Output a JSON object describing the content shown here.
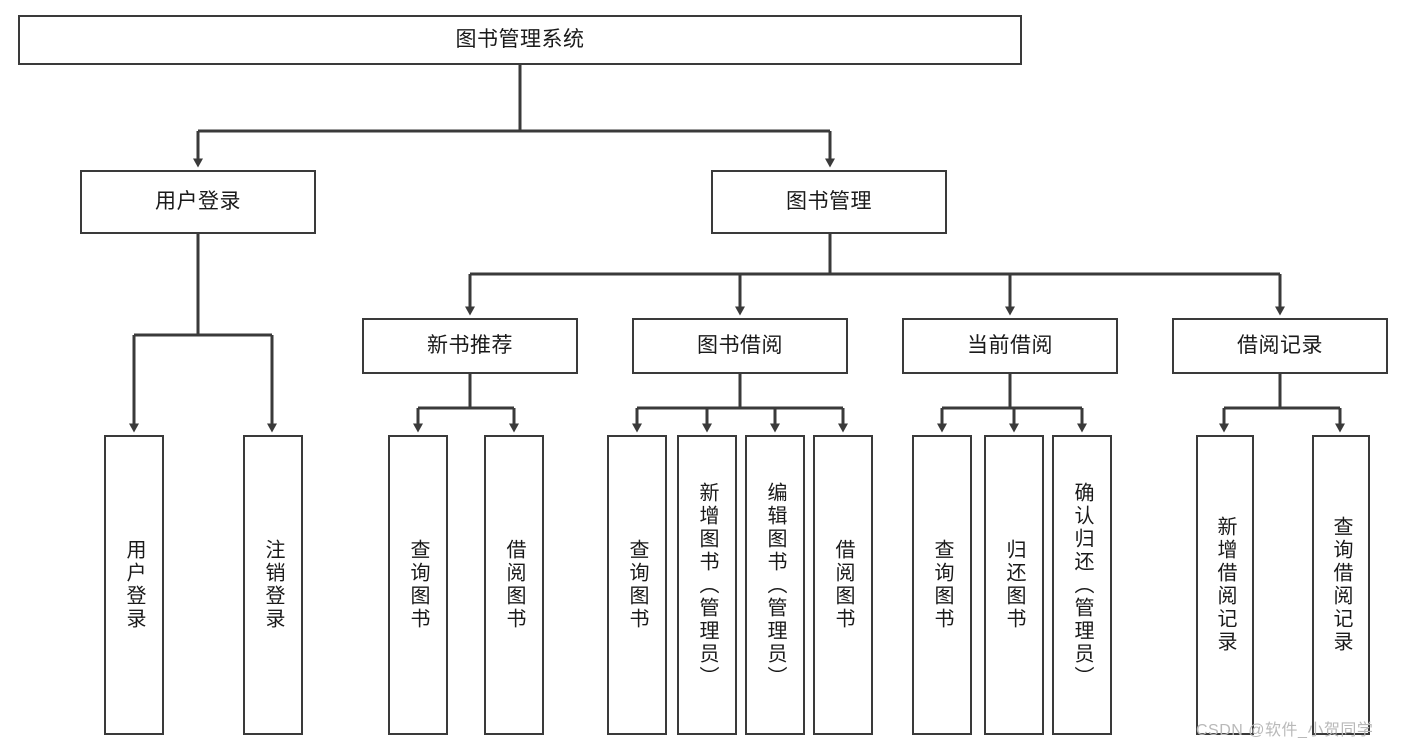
{
  "diagram": {
    "title": "图书管理系统",
    "type": "hierarchy-tree",
    "watermark": "CSDN @软件_小贺同学",
    "colors": {
      "box_border": "#3a3a3a",
      "box_fill": "#ffffff",
      "edge": "#3a3a3a",
      "text": "#1a1a1a",
      "watermark": "#b9b9b9"
    },
    "root": {
      "label": "图书管理系统"
    },
    "level2": [
      {
        "label": "用户登录"
      },
      {
        "label": "图书管理"
      }
    ],
    "level3": [
      {
        "label": "新书推荐"
      },
      {
        "label": "图书借阅"
      },
      {
        "label": "当前借阅"
      },
      {
        "label": "借阅记录"
      }
    ],
    "leaves": {
      "user_login": [
        {
          "label": "用户登录"
        },
        {
          "label": "注销登录"
        }
      ],
      "new_book": [
        {
          "label": "查询图书"
        },
        {
          "label": "借阅图书"
        }
      ],
      "book_borrow": [
        {
          "label": "查询图书"
        },
        {
          "label": "新增图书（管理员）"
        },
        {
          "label": "编辑图书（管理员）"
        },
        {
          "label": "借阅图书"
        }
      ],
      "current_borrow": [
        {
          "label": "查询图书"
        },
        {
          "label": "归还图书"
        },
        {
          "label": "确认归还（管理员）"
        }
      ],
      "borrow_record": [
        {
          "label": "新增借阅记录"
        },
        {
          "label": "查询借阅记录"
        }
      ]
    }
  }
}
